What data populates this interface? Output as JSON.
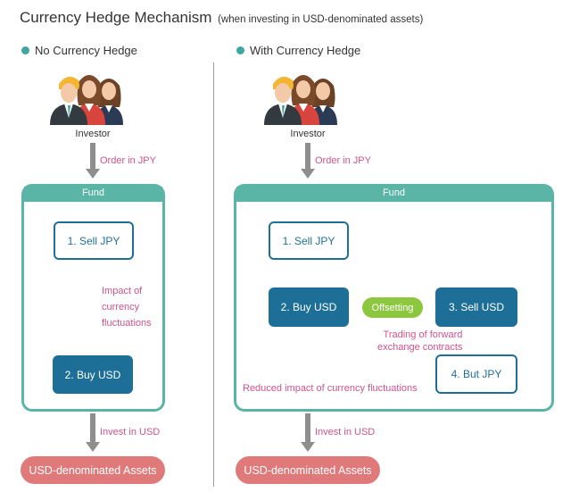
{
  "header": {
    "title": "Currency Hedge Mechanism",
    "subtitle": "(when investing in USD-denominated assets)"
  },
  "left": {
    "heading": "No Currency Hedge",
    "investor_label": "Investor",
    "order_label": "Order in JPY",
    "fund_label": "Fund",
    "step1": "1. Sell JPY",
    "impact_line1": "Impact of",
    "impact_line2": "currency",
    "impact_line3": "fluctuations",
    "step2": "2. Buy USD",
    "invest_label": "Invest in USD",
    "assets_label": "USD-denominated Assets"
  },
  "right": {
    "heading": "With Currency Hedge",
    "investor_label": "Investor",
    "order_label": "Order in JPY",
    "fund_label": "Fund",
    "step1": "1. Sell JPY",
    "step2": "2. Buy USD",
    "offsetting": "Offsetting",
    "step3": "3. Sell USD",
    "trading_line1": "Trading of forward",
    "trading_line2": "exchange contracts",
    "step4": "4. But JPY",
    "reduced_label": "Reduced impact of currency fluctuations",
    "invest_label": "Invest in USD",
    "assets_label": "USD-denominated Assets"
  },
  "colors": {
    "teal": "#5ab5a7",
    "navy": "#1e6f98",
    "pink": "#d2528e",
    "coral": "#e07a7a",
    "green": "#8dc63f",
    "gray": "#8e8e8e"
  },
  "icons": {
    "investor": "investor-group-icon",
    "bullet": "bullet-dot-icon"
  }
}
